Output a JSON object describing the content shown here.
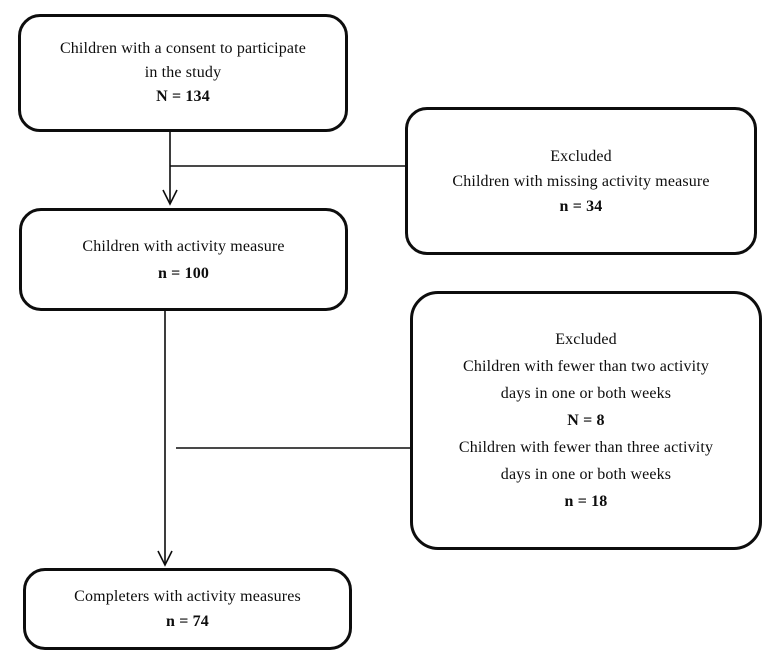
{
  "colors": {
    "stroke": "#0d0d0d",
    "background": "#ffffff"
  },
  "diagram": {
    "type": "participant-flow-chart",
    "boxes": {
      "consent": {
        "line1": "Children with a consent to participate",
        "line2": "in the study",
        "count": "N = 134"
      },
      "excluded_missing": {
        "title": "Excluded",
        "reason": "Children with missing activity measure",
        "count": "n = 34"
      },
      "activity": {
        "line1": "Children with activity measure",
        "count": "n = 100"
      },
      "excluded_fewer": {
        "title": "Excluded",
        "reason1_line1": "Children with fewer than two activity",
        "reason1_line2": "days in one or both weeks",
        "count1": "N = 8",
        "reason2_line1": "Children with fewer than three activity",
        "reason2_line2": "days in one or both weeks",
        "count2": "n = 18"
      },
      "completers": {
        "line1": "Completers with activity measures",
        "count": "n = 74"
      }
    }
  }
}
